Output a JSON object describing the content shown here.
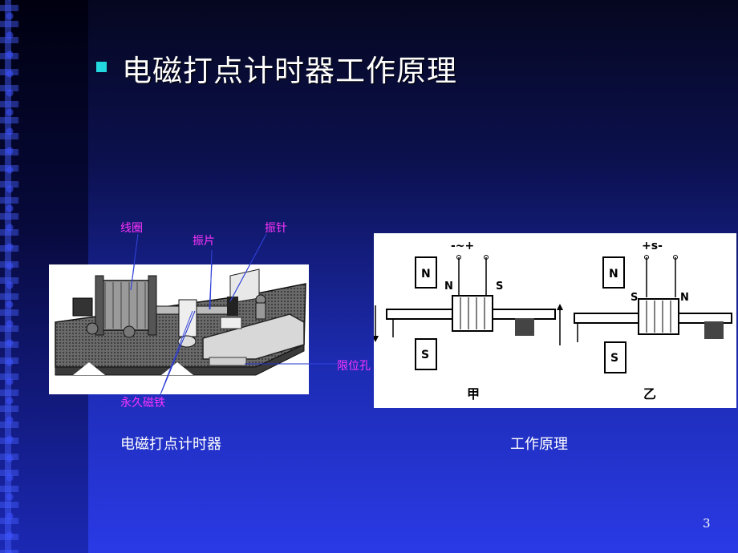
{
  "slide": {
    "title": "电磁打点计时器工作原理",
    "page_number": "3",
    "accent_color": "#23d7df",
    "callout_color": "#ff33ff"
  },
  "device_figure": {
    "caption": "电磁打点计时器",
    "labels": {
      "coil": "线圈",
      "vibrating_plate": "振片",
      "needle": "振针",
      "limit_hole": "限位孔",
      "permanent_magnet": "永久磁铁"
    }
  },
  "principle_figure": {
    "caption": "工作原理",
    "left_diagram": {
      "top_signs": "-~+",
      "pole_left": "N",
      "pole_right": "S",
      "magnet_top": "N",
      "magnet_bottom": "S",
      "label": "甲"
    },
    "right_diagram": {
      "top_signs": "+s-",
      "pole_left": "S",
      "pole_right": "N",
      "magnet_top": "N",
      "magnet_bottom": "S",
      "label": "乙"
    }
  }
}
